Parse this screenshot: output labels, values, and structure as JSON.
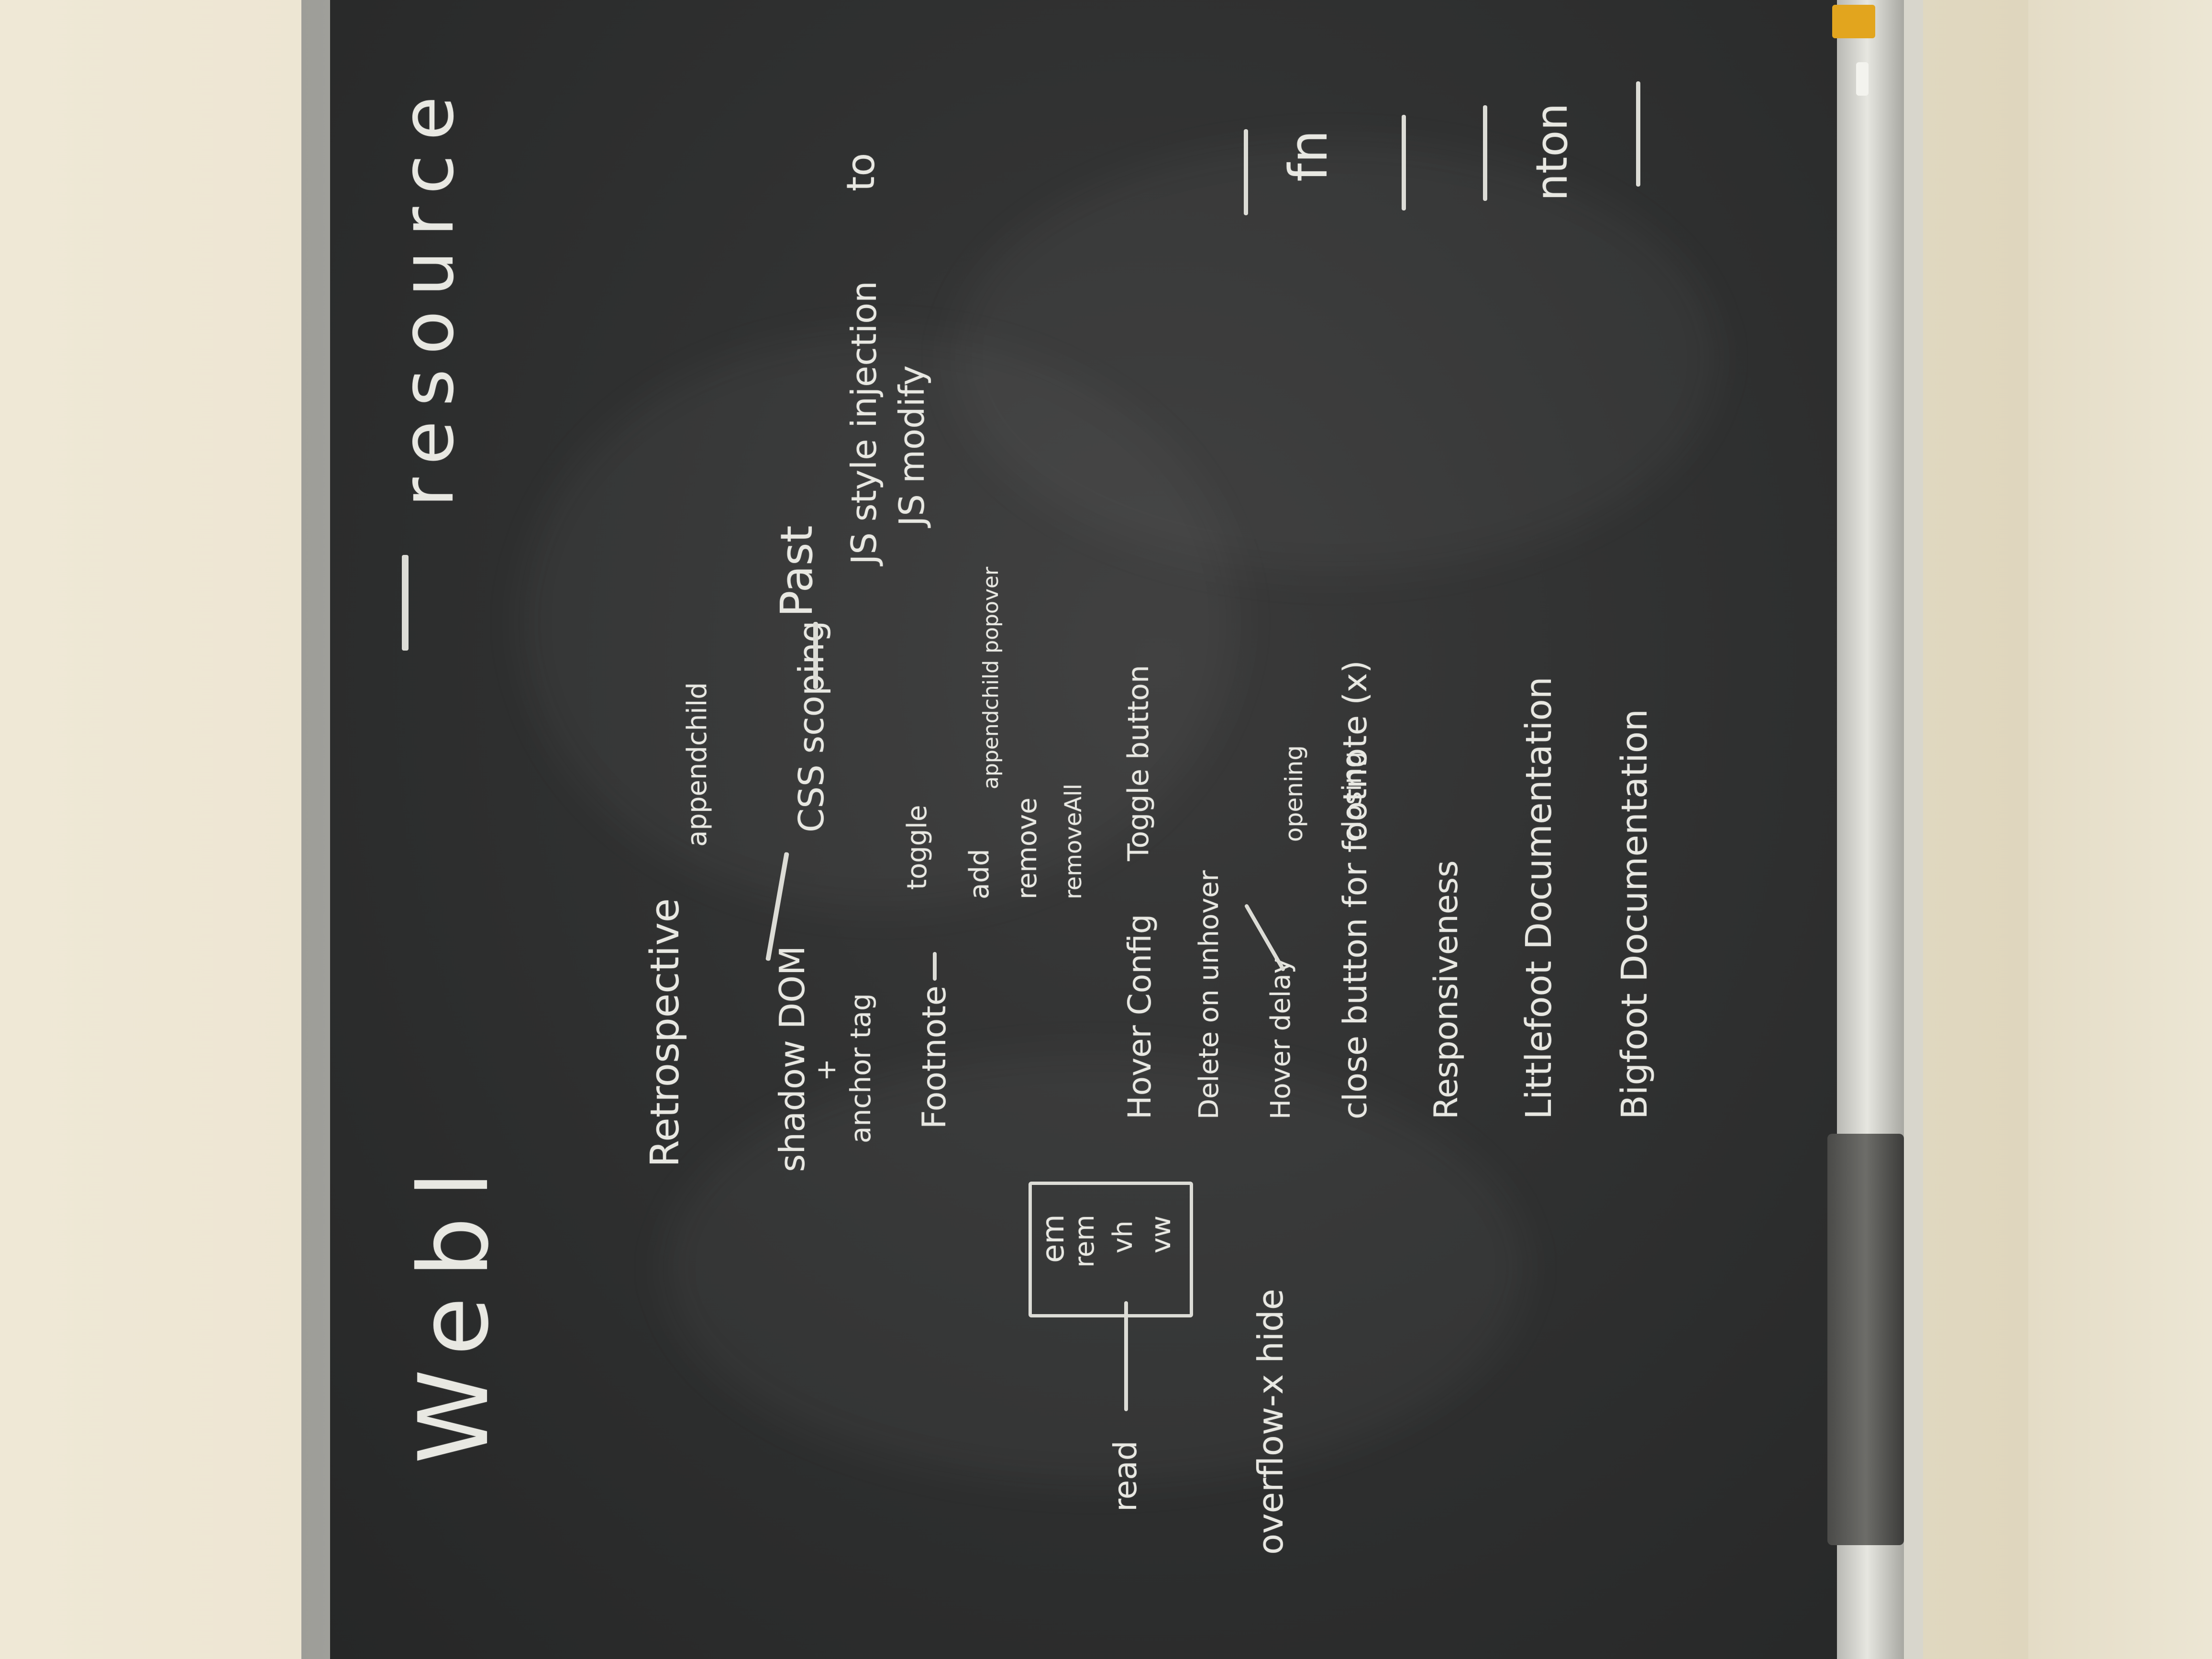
{
  "board": {
    "title": "Webl",
    "title_right": "resource",
    "retrospective": "Retrospective",
    "shadow_dom": "shadow DOM",
    "plus": "+",
    "anchor_tag": "anchor tag",
    "appendchild_top": "appendchild",
    "css_scoping": "CSS scoping",
    "past": "Past",
    "js_style_injection": "JS style injection",
    "js_modify": "JS modify",
    "to": "to",
    "footnote": "Footnote",
    "toggle": "toggle",
    "add": "add",
    "appendchild_popover": "appendchild popover",
    "remove": "remove",
    "remove_all": "removeAll",
    "hover_config": "Hover Config",
    "toggle_button": "Toggle button",
    "delete_on_unhover": "Delete on unhover",
    "hover_delay": "Hover delay",
    "opening": "opening",
    "closing": "closing",
    "close_button": "close button for footnote (x)",
    "responsiveness": "Responsiveness",
    "littlefoot_doc": "Littlefoot Documentation",
    "bigfoot_doc": "Bigfoot Documentation",
    "read": "read",
    "units": [
      "em",
      "rem",
      "vh",
      "vw"
    ],
    "overflow_hide": "overflow-x hide",
    "side_note": "nton",
    "side_note_2": "fn"
  },
  "colors": {
    "chalk": "#e8e8e2",
    "board": "#303131",
    "wall": "#e9e2cf",
    "chalk_box": "#e2a51e"
  }
}
